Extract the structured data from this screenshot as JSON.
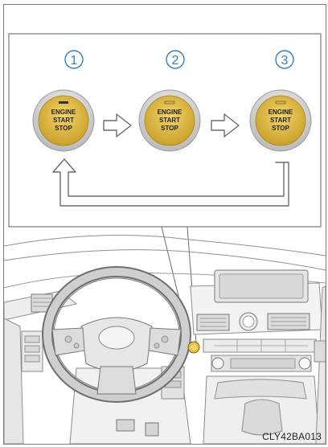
{
  "steps": [
    {
      "number": "1",
      "button": {
        "line1": "ENGINE",
        "line2": "START",
        "line3": "STOP"
      }
    },
    {
      "number": "2",
      "button": {
        "line1": "ENGINE",
        "line2": "START",
        "line3": "STOP"
      }
    },
    {
      "number": "3",
      "button": {
        "line1": "ENGINE",
        "line2": "START",
        "line3": "STOP"
      }
    }
  ],
  "image_code": "CLY42BA013",
  "colors": {
    "step_number": "#2e7fc4",
    "button_gold": "#d9b13a",
    "button_ring": "#c8c8c8",
    "line": "#6b6b6b"
  }
}
